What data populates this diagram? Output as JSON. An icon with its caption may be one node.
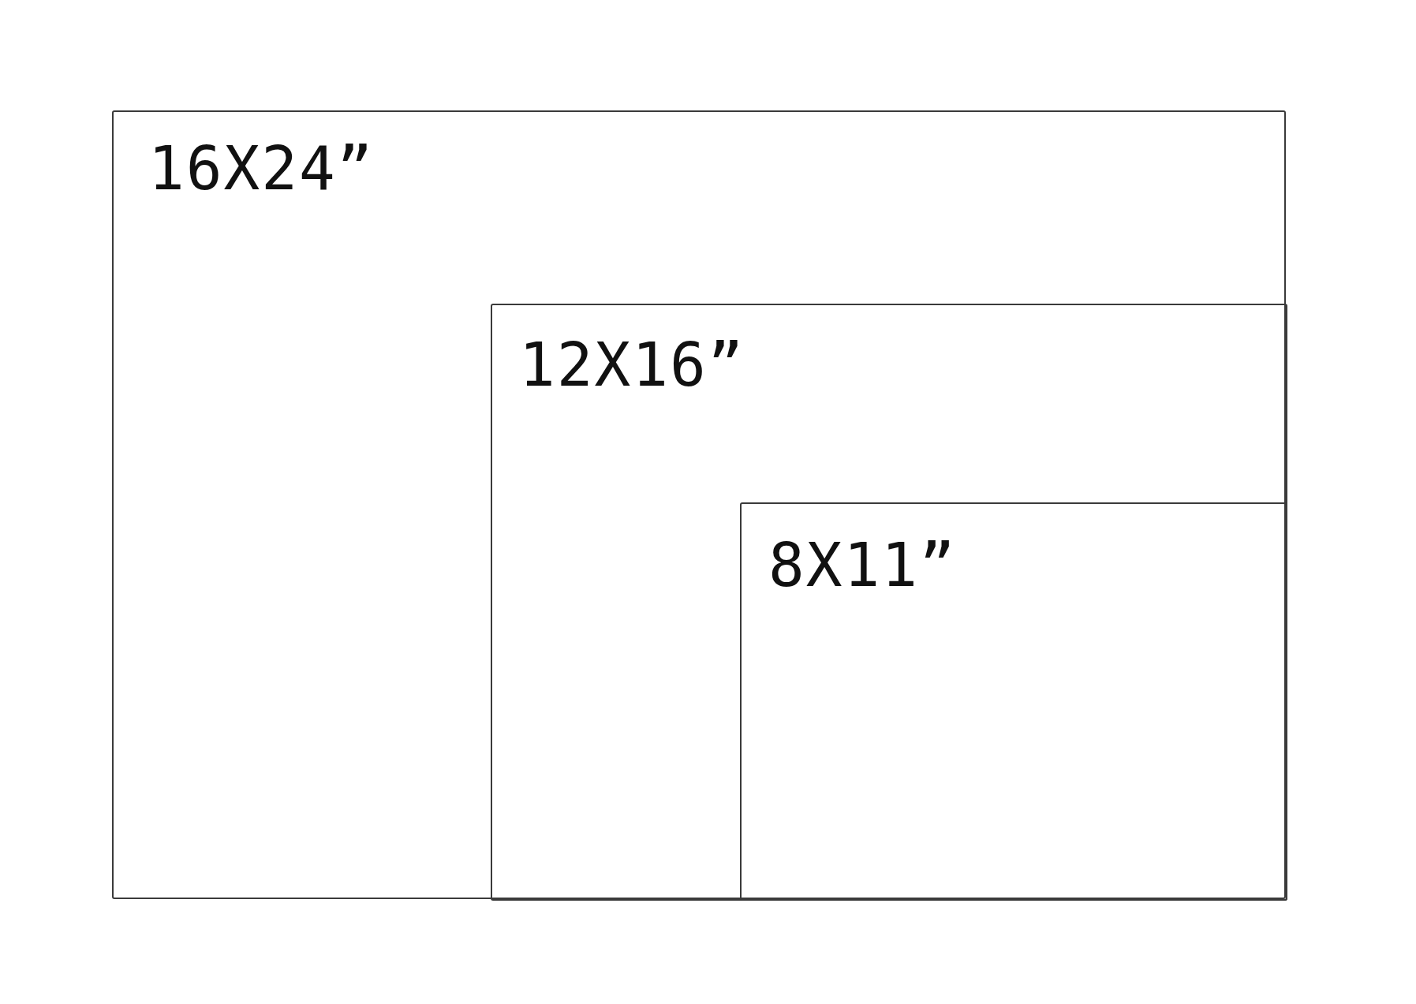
{
  "diagram": {
    "nodes": [
      {
        "text": [
          "16X24”"
        ]
      },
      {
        "text": [
          "12X16”"
        ],
        "in": 0
      },
      {
        "text": [
          "8X11”"
        ],
        "in": 1
      }
    ]
  }
}
